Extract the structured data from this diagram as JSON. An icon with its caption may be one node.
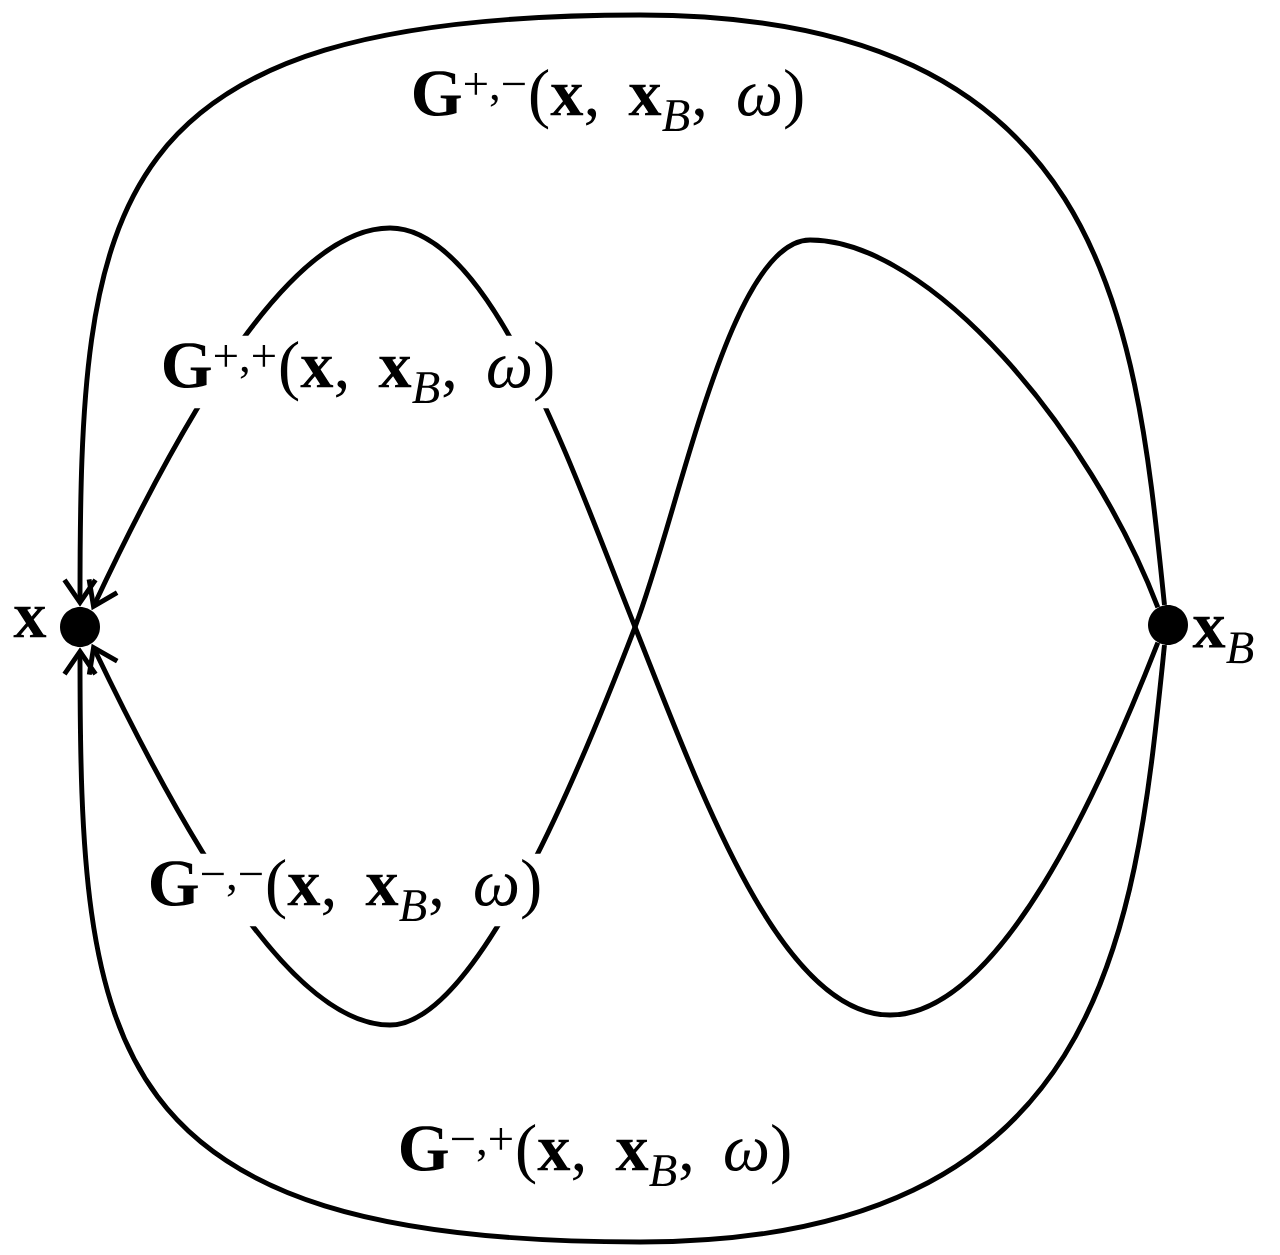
{
  "diagram": {
    "nodes": [
      {
        "text": [],
        "shape": "circle",
        "beside": [
          "x"
        ]
      },
      {
        "text": [],
        "shape": "circle",
        "beside": [
          "**x**$_{B}$"
        ]
      }
    ],
    "edges": [
      {
        "from": 1,
        "to": 0,
        "arrow": "to",
        "label": "**G**$^{+,−}$(**x**, **x**$_{B}$, *ω*)"
      },
      {
        "from": 1,
        "to": 0,
        "arrow": "to",
        "label": "**G**$^{+,+}$(**x**, **x**$_{B}$, *ω*)"
      },
      {
        "from": 1,
        "to": 0,
        "arrow": "to",
        "label": "**G**$^{−,−}$(**x**, **x**$_{B}$, *ω*)"
      },
      {
        "from": 1,
        "to": 0,
        "arrow": "to",
        "label": "**G**$^{−,+}$(**x**, **x**$_{B}$, *ω*)"
      }
    ]
  }
}
